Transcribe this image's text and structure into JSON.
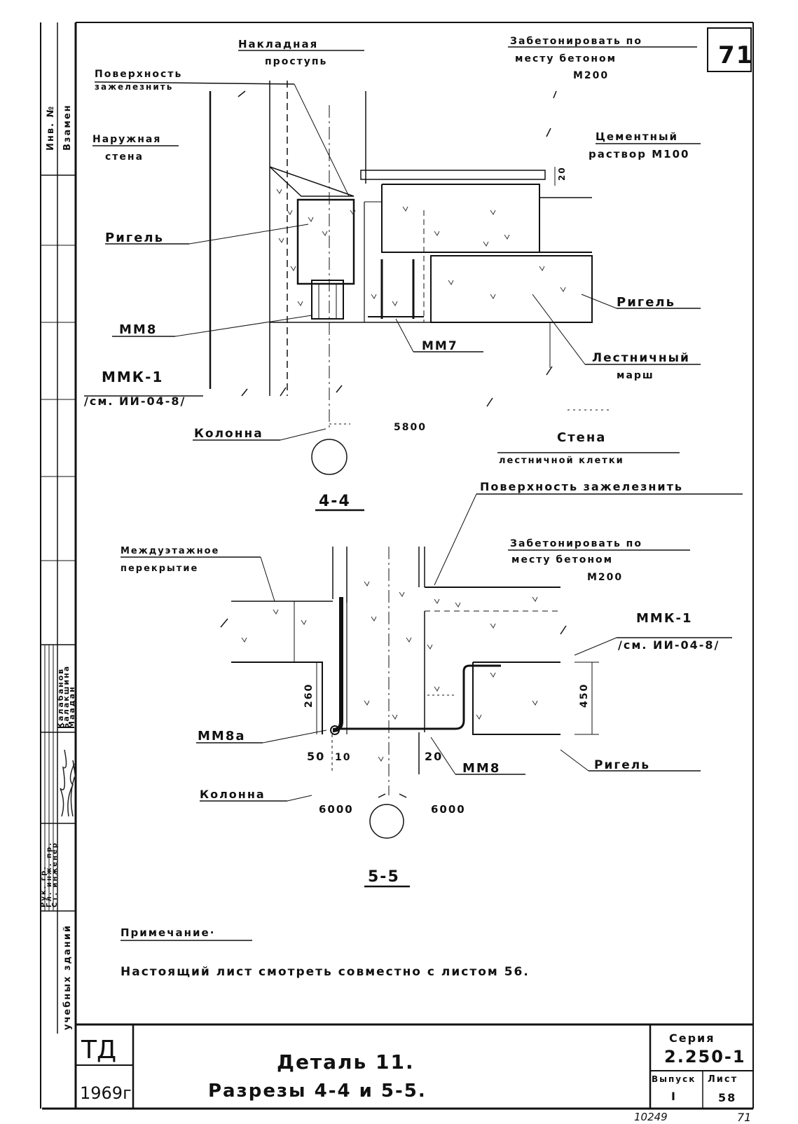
{
  "sheet_number_box": "71",
  "section_4_4": {
    "label": "4-4",
    "nakladnaya_1": "Накладная",
    "nakladnaya_2": "проступь",
    "surface_1": "Поверхность",
    "surface_2": "зажелезнить",
    "outer_wall_1": "Наружная",
    "outer_wall_2": "стена",
    "concrete_1": "Забетонировать по",
    "concrete_2": "месту бетоном",
    "concrete_3": "М200",
    "mortar_1": "Цементный",
    "mortar_2": "раствор М100",
    "dim_20": "20",
    "rigel_left": "Ригель",
    "rigel_right": "Ригель",
    "mm8": "ММ8",
    "mm7": "ММ7",
    "stair_1": "Лестничный",
    "stair_2": "марш",
    "mmk_1": "ММК-1",
    "mmk_2": "/см. ИИ-04-8/",
    "column": "Колонна",
    "dim_5800": "5800",
    "stair_wall_1": "Стена",
    "stair_wall_2": "лестничной клетки"
  },
  "section_5_5": {
    "label": "5-5",
    "surface_top": "Поверхность зажелезнить",
    "concrete_1": "Забетонировать по",
    "concrete_2": "месту бетоном",
    "concrete_3": "М200",
    "floor_1": "Междуэтажное",
    "floor_2": "перекрытие",
    "mmk_1": "ММК-1",
    "mmk_2": "/см. ИИ-04-8/",
    "dim_260": "260",
    "dim_450": "450",
    "mm8a": "ММ8а",
    "dim_50": "50",
    "dim_10": "10",
    "dim_20": "20",
    "mm8": "ММ8",
    "rigel": "Ригель",
    "column": "Колонна",
    "dim_6000_left": "6000",
    "dim_6000_right": "6000"
  },
  "note": {
    "heading": "Примечание·",
    "text": "Настоящий лист смотреть совместно с листом 56."
  },
  "title_block": {
    "org": "ТД",
    "year": "1969г",
    "title_1": "Деталь 11.",
    "title_2": "Разрезы 4-4 и 5-5.",
    "series_label": "Серия",
    "series_value": "2.250-1",
    "issue_label": "Выпуск",
    "issue_value": "I",
    "sheet_label": "Лист",
    "sheet_value": "58",
    "archive_no": "10249",
    "page_corner": "71"
  },
  "side_stamp": {
    "inv_no": "Инв. №",
    "replace": "Взамен",
    "heads_1": "Рук. гр.",
    "heads_2": "Гл. инж. пр.",
    "heads_3": "Ст. инженер",
    "names_1": "Калабанов",
    "names_2": "Балакшина",
    "names_3": "Маадан",
    "buildings": "учебных зданий"
  }
}
